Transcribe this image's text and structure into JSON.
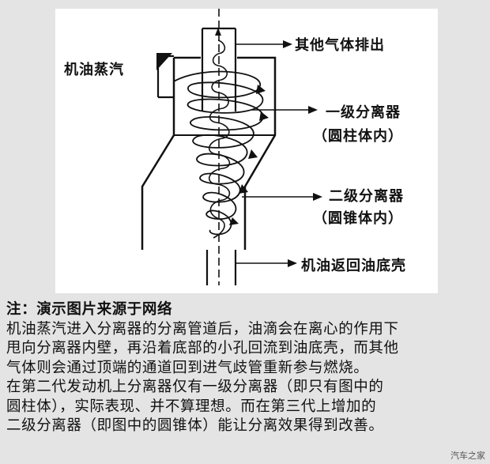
{
  "diagram": {
    "labels": {
      "gas_outlet": "其他气体排出",
      "oil_vapor": "机油蒸汽",
      "stage1_line1": "一级分离器",
      "stage1_line2": "（圆柱体内）",
      "stage2_line1": "二级分离器",
      "stage2_line2": "（圆锥体内）",
      "oil_return": "机油返回油底壳"
    }
  },
  "caption": {
    "title": "注：演示图片来源于网络",
    "lines": [
      "机油蒸汽进入分离器的分离管道后，油滴会在离心的作用下",
      "甩向分离器内壁，再沿着底部的小孔回流到油底壳，而其他",
      "气体则会通过顶端的通道回到进气歧管重新参与燃烧。",
      "在第二代发动机上分离器仅有一级分离器（即只有图中的",
      "圆柱体），实际表现、并不算理想。而在第三代上增加的",
      "二级分离器（即图中的圆锥体）能让分离效果得到改善。"
    ]
  },
  "watermark": "汽车之家"
}
